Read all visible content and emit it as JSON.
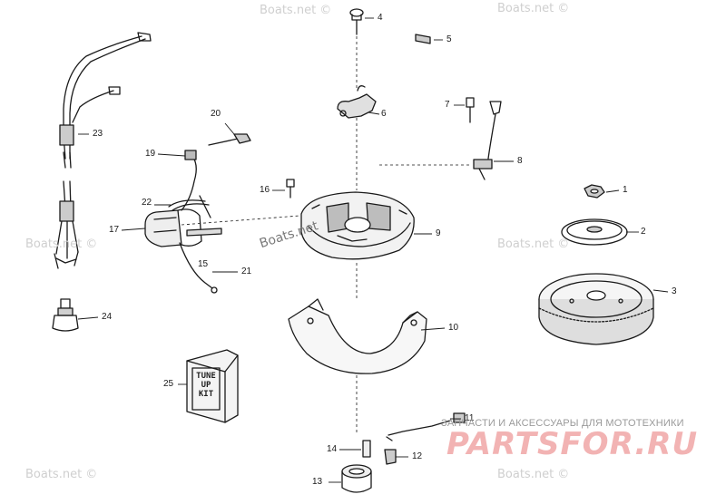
{
  "callouts": [
    {
      "id": "1",
      "label": "1"
    },
    {
      "id": "2",
      "label": "2"
    },
    {
      "id": "3",
      "label": "3"
    },
    {
      "id": "4",
      "label": "4"
    },
    {
      "id": "5",
      "label": "5"
    },
    {
      "id": "6",
      "label": "6"
    },
    {
      "id": "7",
      "label": "7"
    },
    {
      "id": "8",
      "label": "8"
    },
    {
      "id": "9",
      "label": "9"
    },
    {
      "id": "10",
      "label": "10"
    },
    {
      "id": "11",
      "label": "11"
    },
    {
      "id": "12",
      "label": "12"
    },
    {
      "id": "13",
      "label": "13"
    },
    {
      "id": "14",
      "label": "14"
    },
    {
      "id": "15",
      "label": "15"
    },
    {
      "id": "16",
      "label": "16"
    },
    {
      "id": "17",
      "label": "17"
    },
    {
      "id": "19",
      "label": "19"
    },
    {
      "id": "20",
      "label": "20"
    },
    {
      "id": "21",
      "label": "21"
    },
    {
      "id": "22",
      "label": "22"
    },
    {
      "id": "23",
      "label": "23"
    },
    {
      "id": "24",
      "label": "24"
    },
    {
      "id": "25",
      "label": "25"
    }
  ],
  "kit_label": {
    "line1": "TUNE",
    "line2": "UP",
    "line3": "KIT"
  },
  "watermarks": {
    "text": "Boats.net ©",
    "center_text": "Boats.net"
  },
  "promo": {
    "caption": "ЗАПЧАСТИ И АКСЕССУАРЫ ДЛЯ МОТОТЕХНИКИ",
    "brand": "PARTSFOR.RU",
    "brand_color": "#f2b3b3"
  }
}
